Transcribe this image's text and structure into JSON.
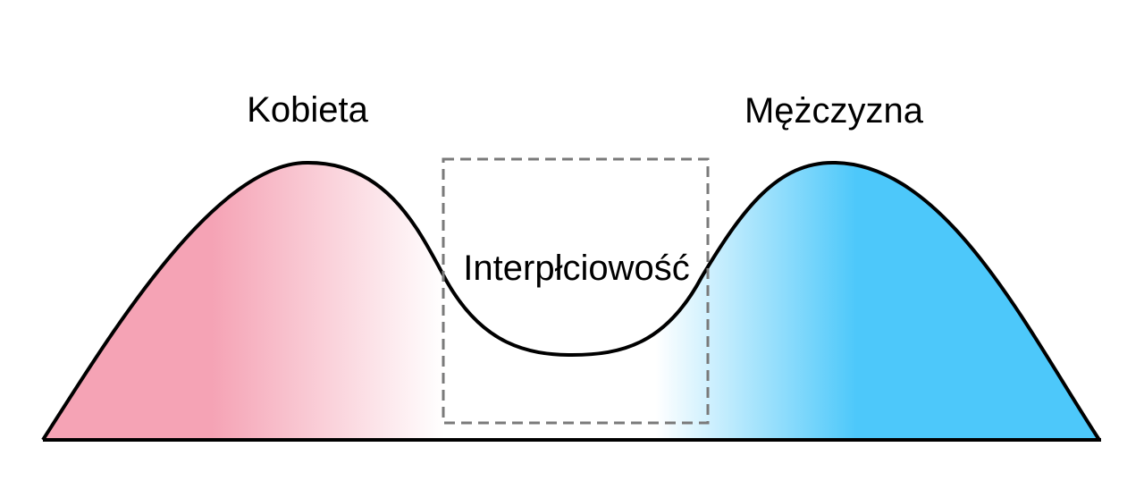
{
  "labels": {
    "left_peak": "Kobieta",
    "middle": "Interpłciowość",
    "right_peak": "Mężczyzna"
  },
  "colors": {
    "female": "#f5a3b5",
    "male": "#4dc8fa",
    "outline": "#000000",
    "box_border": "#7a7a7a"
  }
}
